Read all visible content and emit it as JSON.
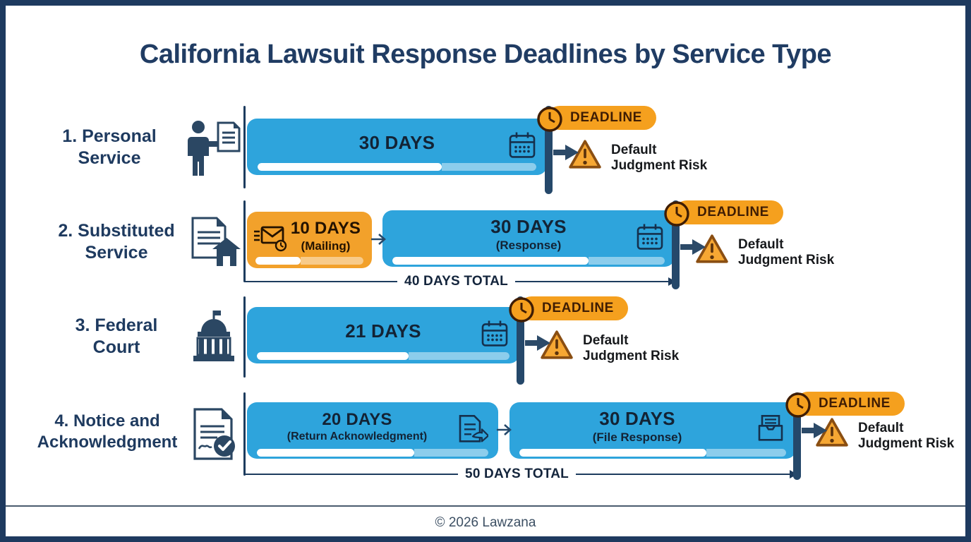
{
  "meta": {
    "title": "California Lawsuit Response Deadlines by Service Type",
    "footer": "© 2026 Lawzana"
  },
  "badge": {
    "label": "DEADLINE",
    "icon": "clock-icon"
  },
  "risk": {
    "line1": "Default",
    "line2": "Judgment Risk",
    "icon": "warning-triangle-icon"
  },
  "colors": {
    "navy": "#1e3a5f",
    "bar_blue": "#2ea4dc",
    "accent_orange": "#f2a12b",
    "badge_orange": "#f5a01e",
    "marker_navy": "#25486a",
    "risk_text": "#17191c"
  },
  "rows": [
    {
      "label_line1": "1. Personal",
      "label_line2": "Service",
      "icon": "person-document-icon",
      "bars": [
        {
          "duration": "30 DAYS",
          "subtitle": "",
          "color": "blue",
          "icon": "calendar-icon"
        }
      ],
      "total": ""
    },
    {
      "label_line1": "2. Substituted",
      "label_line2": "Service",
      "icon": "document-house-icon",
      "bars": [
        {
          "duration": "10 DAYS",
          "subtitle": "(Mailing)",
          "color": "orange",
          "icon": "mail-clock-icon"
        },
        {
          "duration": "30 DAYS",
          "subtitle": "(Response)",
          "color": "blue",
          "icon": "calendar-icon"
        }
      ],
      "total": "40 DAYS TOTAL"
    },
    {
      "label_line1": "3. Federal",
      "label_line2": "Court",
      "icon": "capitol-icon",
      "bars": [
        {
          "duration": "21 DAYS",
          "subtitle": "",
          "color": "blue",
          "icon": "calendar-icon"
        }
      ],
      "total": ""
    },
    {
      "label_line1": "4. Notice and",
      "label_line2": "Acknowledgment",
      "icon": "signed-document-icon",
      "bars": [
        {
          "duration": "20 DAYS",
          "subtitle": "(Return Acknowledgment)",
          "color": "blue",
          "icon": "document-arrow-icon"
        },
        {
          "duration": "30 DAYS",
          "subtitle": "(File Response)",
          "color": "blue",
          "icon": "inbox-icon"
        }
      ],
      "total": "50 DAYS TOTAL"
    }
  ]
}
